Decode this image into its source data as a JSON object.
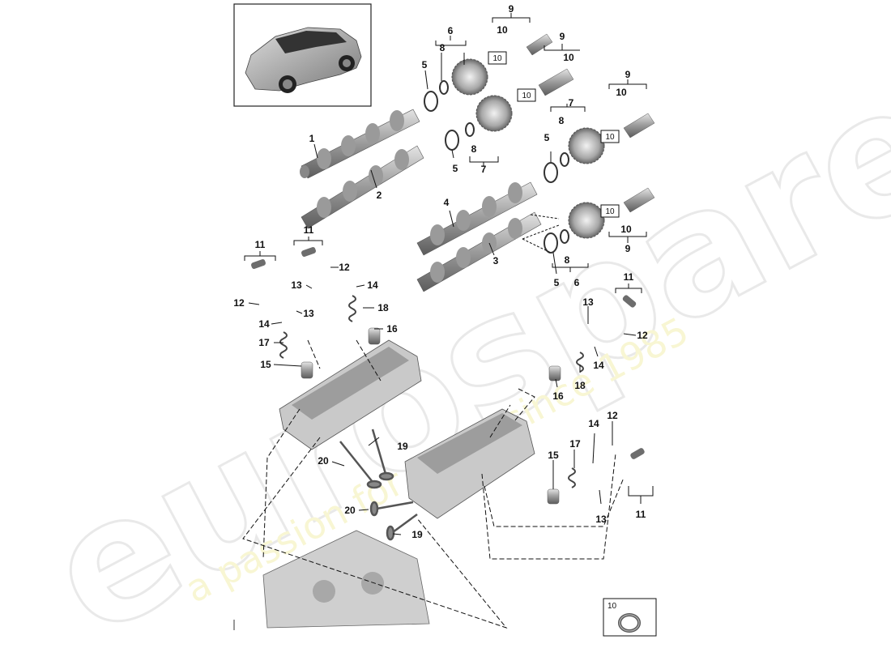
{
  "watermark": {
    "brand": "eurospares",
    "tagline": "a passion for parts since 1985"
  },
  "thumbnail": {
    "icon": "vehicle-suv-icon"
  },
  "legend_box": {
    "label": "10",
    "icon": "seal-ring-icon"
  },
  "callouts": {
    "c1": "1",
    "c2": "2",
    "c3": "3",
    "c4": "4",
    "c5a": "5",
    "c5b": "5",
    "c5c": "5",
    "c5d": "5",
    "c6a": "6",
    "c6b": "6",
    "c7a": "7",
    "c7b": "7",
    "c8a": "8",
    "c8b": "8",
    "c8c": "8",
    "c8d": "8",
    "c9a": "9",
    "c9b": "9",
    "c9c": "9",
    "c9d": "9",
    "c10a": "10",
    "c10b": "10",
    "c10c": "10",
    "c10d": "10",
    "c10e": "10",
    "c10f": "10",
    "c10g": "10",
    "c10h": "10",
    "c11a": "11",
    "c11b": "11",
    "c11c": "11",
    "c11d": "11",
    "c12a": "12",
    "c12b": "12",
    "c12c": "12",
    "c12d": "12",
    "c13a": "13",
    "c13b": "13",
    "c13c": "13",
    "c13d": "13",
    "c14a": "14",
    "c14b": "14",
    "c14c": "14",
    "c14d": "14",
    "c15a": "15",
    "c15b": "15",
    "c16a": "16",
    "c16b": "16",
    "c17a": "17",
    "c17b": "17",
    "c18a": "18",
    "c18b": "18",
    "c19a": "19",
    "c19b": "19",
    "c20a": "20",
    "c20b": "20"
  }
}
